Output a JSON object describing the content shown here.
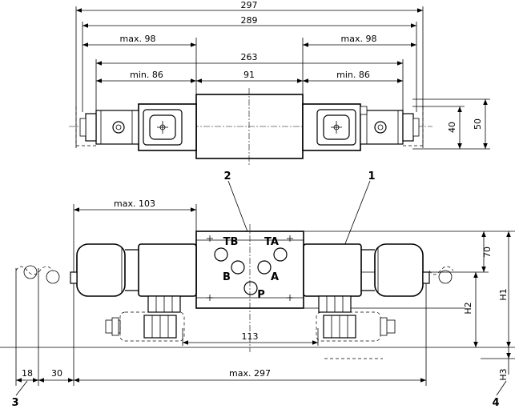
{
  "top_view": {
    "dim_297": "297",
    "dim_289": "289",
    "dim_max98_left": "max. 98",
    "dim_max98_right": "max. 98",
    "dim_263": "263",
    "dim_min86_left": "min. 86",
    "dim_91": "91",
    "dim_min86_right": "min. 86",
    "dim_40": "40",
    "dim_50": "50"
  },
  "front_view": {
    "callout_1": "1",
    "callout_2": "2",
    "callout_3": "3",
    "callout_4": "4",
    "dim_max103": "max. 103",
    "dim_113": "113",
    "dim_18": "18",
    "dim_30": "30",
    "dim_max297": "max. 297",
    "dim_70": "70",
    "dim_H1": "H1",
    "dim_H2": "H2",
    "dim_H3": "H3",
    "ports": {
      "TB": "TB",
      "TA": "TA",
      "B": "B",
      "A": "A",
      "P": "P"
    }
  }
}
